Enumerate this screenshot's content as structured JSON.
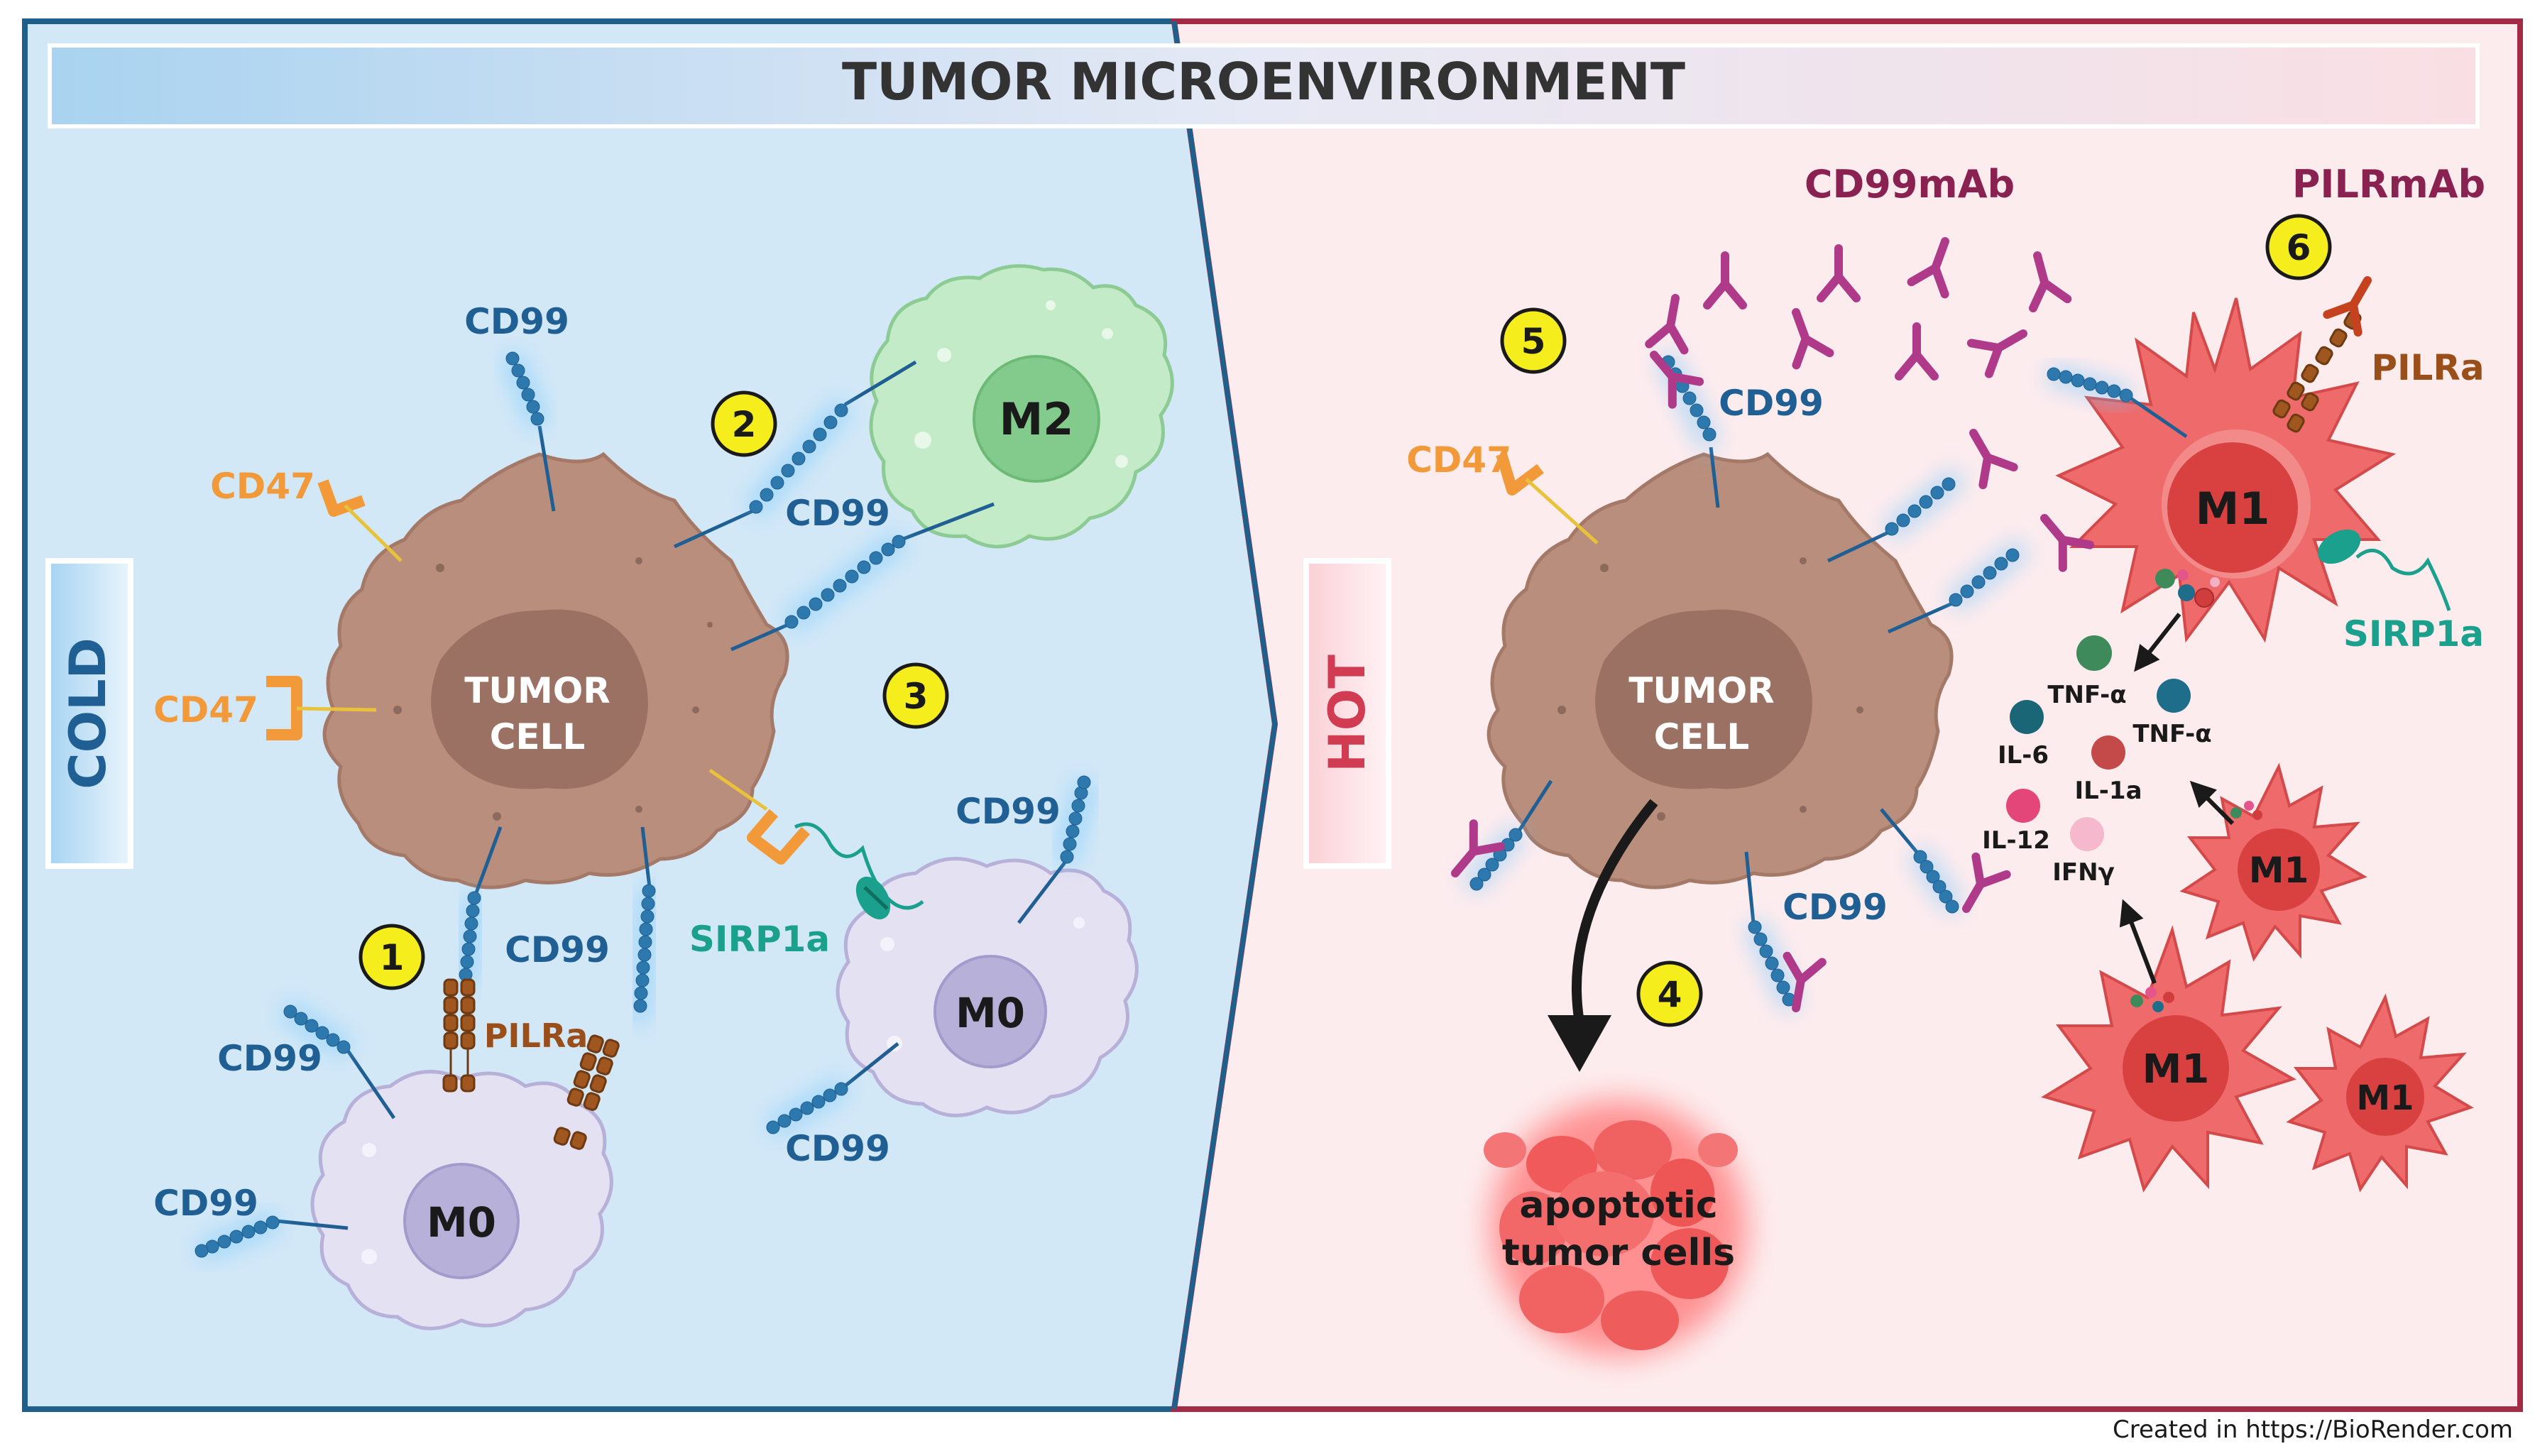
{
  "title": "TUMOR MICROENVIRONMENT",
  "panels": {
    "cold": {
      "label": "COLD"
    },
    "hot": {
      "label": "HOT"
    }
  },
  "steps": [
    "1",
    "2",
    "3",
    "4",
    "5",
    "6"
  ],
  "cells": {
    "tumor_line1": "TUMOR",
    "tumor_line2": "CELL",
    "m0": "M0",
    "m2": "M2",
    "m1": "M1",
    "apoptotic_line1": "apoptotic",
    "apoptotic_line2": "tumor cells"
  },
  "molecules": {
    "cd99": "CD99",
    "cd47": "CD47",
    "sirp1a": "SIRP1a",
    "pilra": "PILRa",
    "cd99mab": "CD99mAb",
    "pilrmab": "PILRmAb"
  },
  "cytokines": {
    "tnfa": "TNF-α",
    "il6": "IL-6",
    "il1a": "IL-1a",
    "il12": "IL-12",
    "ifng": "IFNγ"
  },
  "credit": "Created in  https://BioRender.com",
  "colors": {
    "cold_bg": "#d3e8f7",
    "hot_bg": "#fdecee",
    "cold_border": "#1f5f8b",
    "hot_border": "#a32b45",
    "tumor": "#b98e7c",
    "tumor_nucleus": "#9a7162",
    "cd99": "#1f5f93",
    "cd47": "#f29a3a",
    "sirp": "#1aa08c",
    "pilr": "#9a4f1b",
    "antibody": "#b03a8a",
    "m1": "#ee6a6a",
    "m1_nucleus": "#d9403f",
    "m2": "#bfe8c3",
    "m2_nucleus": "#7cc887",
    "m0": "#e3e0f1",
    "m0_nucleus": "#b6afd8",
    "step_badge": "#f5ed1c"
  }
}
